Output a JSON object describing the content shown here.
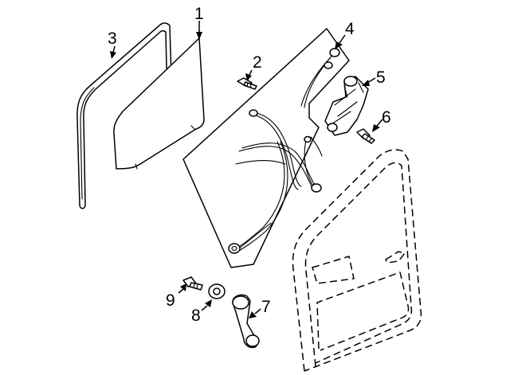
{
  "callouts": [
    {
      "id": "1",
      "text": "1"
    },
    {
      "id": "2",
      "text": "2"
    },
    {
      "id": "3",
      "text": "3"
    },
    {
      "id": "4",
      "text": "4"
    },
    {
      "id": "5",
      "text": "5"
    },
    {
      "id": "6",
      "text": "6"
    },
    {
      "id": "7",
      "text": "7"
    },
    {
      "id": "8",
      "text": "8"
    },
    {
      "id": "9",
      "text": "9"
    }
  ],
  "colors": {
    "line": "#000000",
    "background": "#ffffff"
  }
}
